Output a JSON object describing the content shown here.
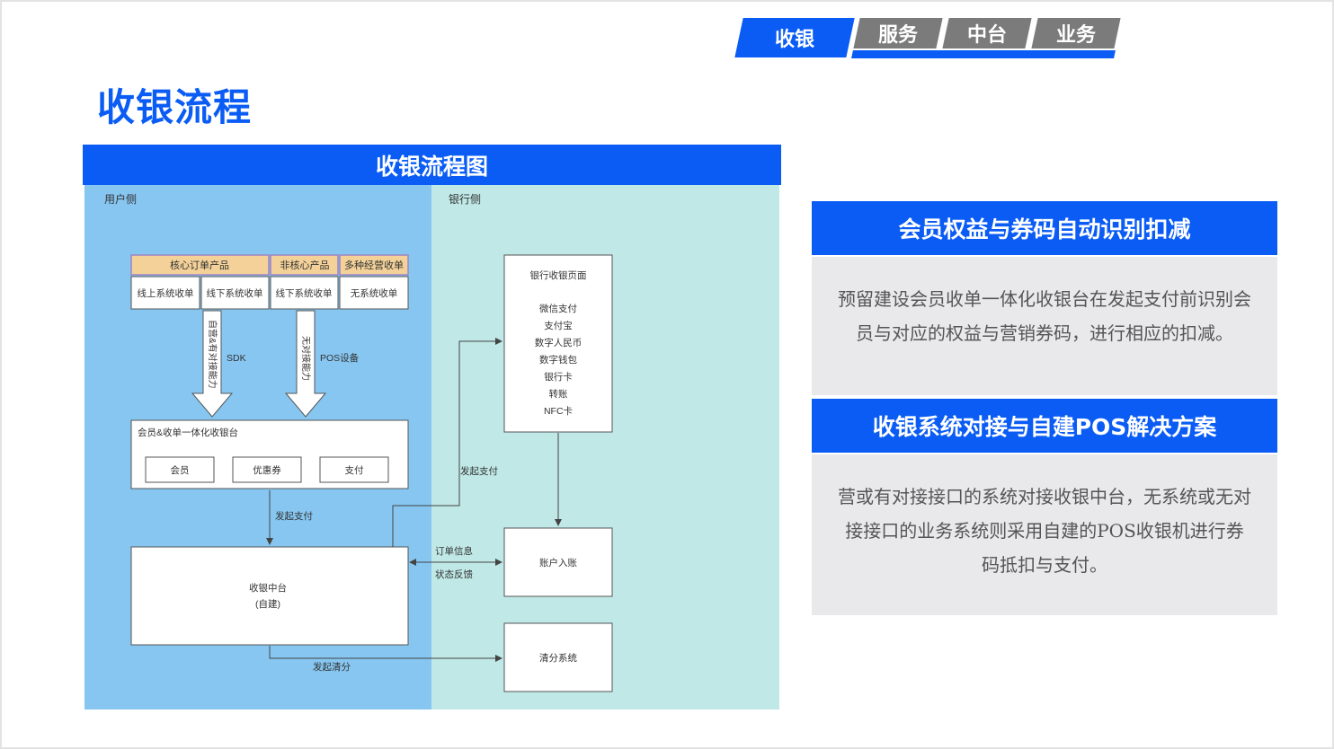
{
  "tabs": [
    {
      "label": "收银",
      "active": true
    },
    {
      "label": "服务",
      "active": false
    },
    {
      "label": "中台",
      "active": false
    },
    {
      "label": "业务",
      "active": false
    }
  ],
  "page_title": "收银流程",
  "diagram": {
    "title": "收银流程图",
    "lanes": {
      "user": "用户侧",
      "bank": "银行侧"
    },
    "product_groups": [
      "核心订单产品",
      "非核心产品",
      "多种经营收单"
    ],
    "systems": [
      "线上系统收单",
      "线下系统收单",
      "线下系统收单",
      "无系统收单"
    ],
    "arrow_labels": {
      "left_vertical": "自营&有对接能力",
      "left_side": "SDK",
      "right_vertical": "无对接能力",
      "right_side": "POS设备"
    },
    "checkout_box": {
      "title": "会员&收单一体化收银台",
      "items": [
        "会员",
        "优惠券",
        "支付"
      ]
    },
    "flow_labels": {
      "pay1": "发起支付",
      "pay2": "发起支付",
      "order_info": "订单信息",
      "status_feedback": "状态反馈",
      "clearing": "发起清分"
    },
    "center": {
      "title": "收银中台",
      "subtitle": "(自建)"
    },
    "bank_page": {
      "title": "银行收银页面",
      "methods": [
        "微信支付",
        "支付宝",
        "数字人民币",
        "数字钱包",
        "银行卡",
        "转账",
        "NFC卡"
      ]
    },
    "account": "账户入账",
    "clearing_system": "清分系统"
  },
  "panels": [
    {
      "title": "会员权益与券码自动识别扣减",
      "lines": [
        "预留建设会员收单一体化收银台在发起支付前识别会",
        "员与对应的权益与营销券码，进行相应的扣减。"
      ]
    },
    {
      "title": "收银系统对接与自建POS解决方案",
      "lines": [
        "营或有对接接口的系统对接收银中台，无系统或无对",
        "接接口的业务系统则采用自建的POS收银机进行券",
        "码抵扣与支付。"
      ]
    }
  ],
  "colors": {
    "brand": "#0a5cf5",
    "tab_inactive": "#7b7b7b",
    "user_lane": "#86c6f0",
    "bank_lane": "#bfe8e6",
    "product_fill": "#f3d199",
    "product_border": "#9b86c4",
    "panel_body": "#e9e9ec"
  }
}
